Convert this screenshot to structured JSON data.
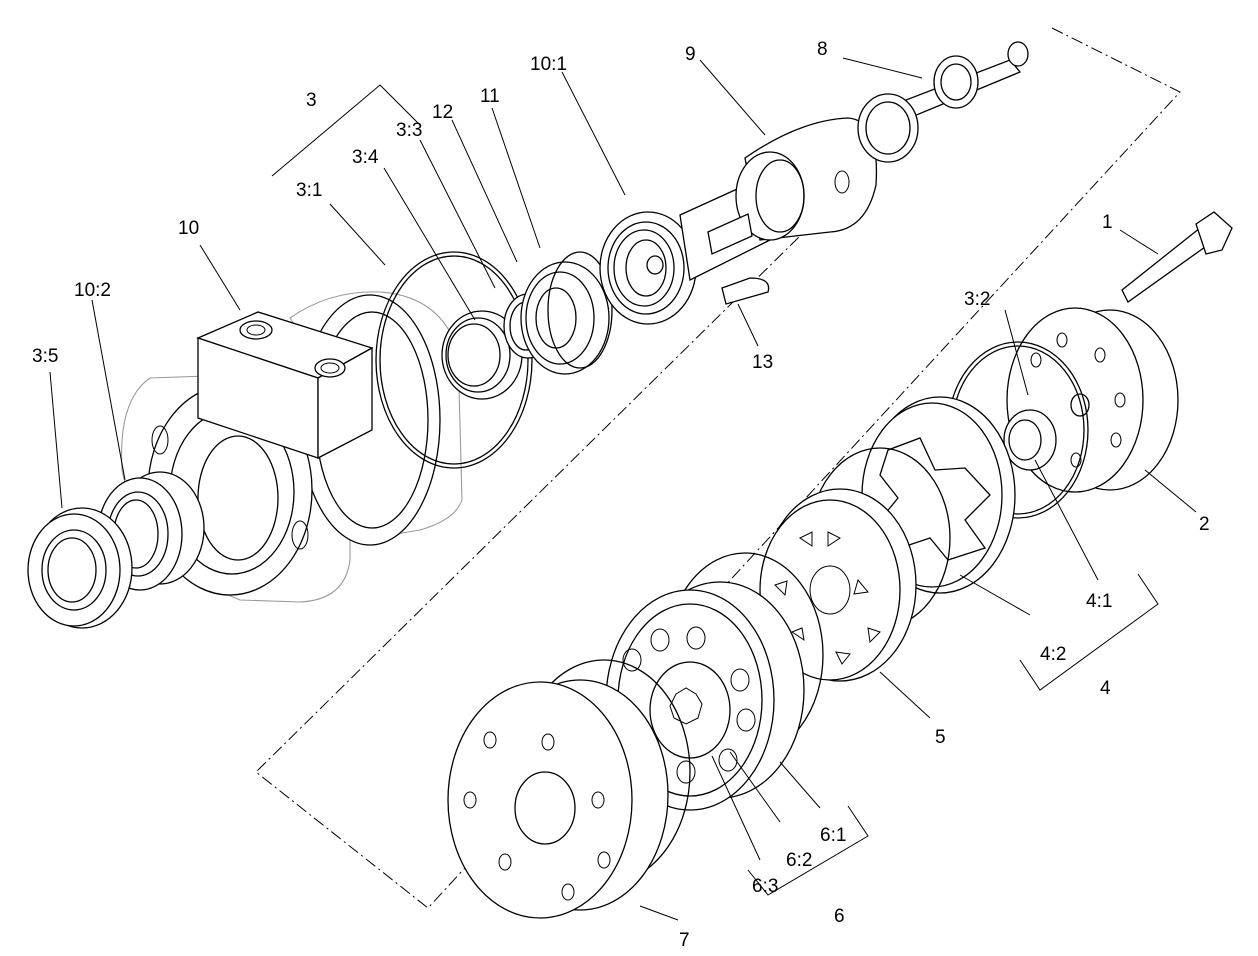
{
  "diagram": {
    "callouts": {
      "p1": "1",
      "p2": "2",
      "p3": "3",
      "p3_1": "3:1",
      "p3_2": "3:2",
      "p3_3": "3:3",
      "p3_4": "3:4",
      "p3_5": "3:5",
      "p4": "4",
      "p4_1": "4:1",
      "p4_2": "4:2",
      "p5": "5",
      "p6": "6",
      "p6_1": "6:1",
      "p6_2": "6:2",
      "p6_3": "6:3",
      "p7": "7",
      "p8": "8",
      "p9": "9",
      "p10": "10",
      "p10_1": "10:1",
      "p10_2": "10:2",
      "p11": "11",
      "p12": "12",
      "p13": "13"
    }
  }
}
